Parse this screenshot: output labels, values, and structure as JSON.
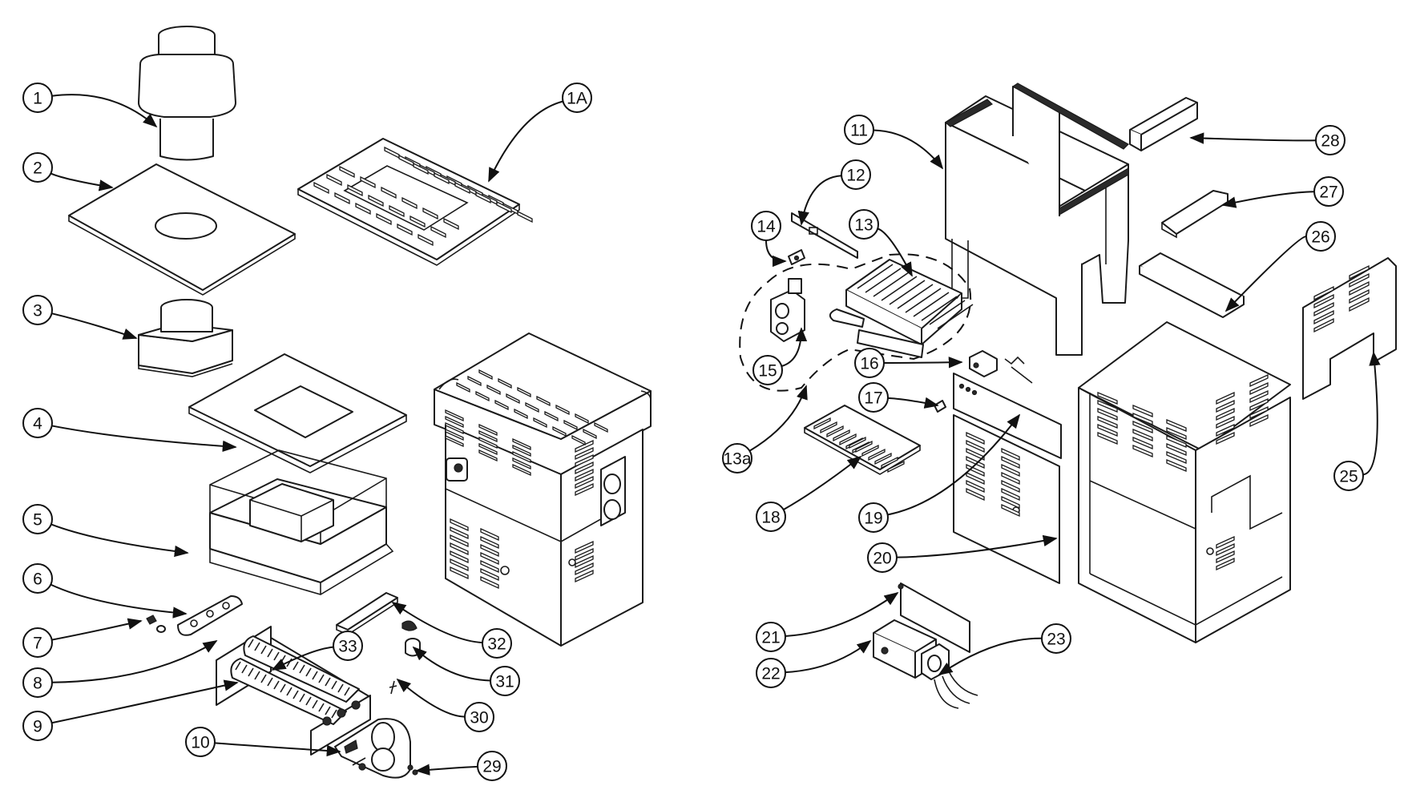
{
  "diagram": {
    "type": "exploded-parts-diagram",
    "line_color": "#111111",
    "background": "#ffffff",
    "callouts": [
      {
        "id": "c1",
        "label": "1"
      },
      {
        "id": "c1A",
        "label": "1A"
      },
      {
        "id": "c2",
        "label": "2"
      },
      {
        "id": "c3",
        "label": "3"
      },
      {
        "id": "c4",
        "label": "4"
      },
      {
        "id": "c5",
        "label": "5"
      },
      {
        "id": "c6",
        "label": "6"
      },
      {
        "id": "c7",
        "label": "7"
      },
      {
        "id": "c8",
        "label": "8"
      },
      {
        "id": "c9",
        "label": "9"
      },
      {
        "id": "c10",
        "label": "10"
      },
      {
        "id": "c11",
        "label": "11"
      },
      {
        "id": "c12",
        "label": "12"
      },
      {
        "id": "c13",
        "label": "13"
      },
      {
        "id": "c13a",
        "label": "13a"
      },
      {
        "id": "c14",
        "label": "14"
      },
      {
        "id": "c15",
        "label": "15"
      },
      {
        "id": "c16",
        "label": "16"
      },
      {
        "id": "c17",
        "label": "17"
      },
      {
        "id": "c18",
        "label": "18"
      },
      {
        "id": "c19",
        "label": "19"
      },
      {
        "id": "c20",
        "label": "20"
      },
      {
        "id": "c21",
        "label": "21"
      },
      {
        "id": "c22",
        "label": "22"
      },
      {
        "id": "c23",
        "label": "23"
      },
      {
        "id": "c25",
        "label": "25"
      },
      {
        "id": "c26",
        "label": "26"
      },
      {
        "id": "c27",
        "label": "27"
      },
      {
        "id": "c28",
        "label": "28"
      },
      {
        "id": "c29",
        "label": "29"
      },
      {
        "id": "c30",
        "label": "30"
      },
      {
        "id": "c31",
        "label": "31"
      },
      {
        "id": "c32",
        "label": "32"
      },
      {
        "id": "c33",
        "label": "33"
      }
    ]
  }
}
